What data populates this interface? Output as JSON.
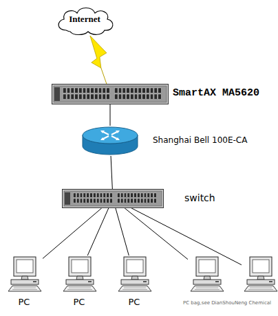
{
  "diagram": {
    "nodes": [
      {
        "text": [
          "Internet"
        ]
      },
      {
        "text": [
          "SmartAX MA5620"
        ]
      },
      {
        "text": [
          "Shanghai Bell 100E-CA"
        ]
      },
      {
        "text": [
          "switch"
        ]
      },
      {
        "text": [
          "PC"
        ]
      },
      {
        "text": [
          "PC"
        ]
      },
      {
        "text": [
          "PC"
        ]
      },
      {
        "text": []
      },
      {
        "text": []
      }
    ],
    "edges": [
      {
        "from": 0,
        "to": 1,
        "arrow": "none"
      },
      {
        "from": 1,
        "to": 2,
        "arrow": "none"
      },
      {
        "from": 2,
        "to": 3,
        "arrow": "none"
      },
      {
        "from": 3,
        "to": 4,
        "arrow": "none"
      },
      {
        "from": 3,
        "to": 5,
        "arrow": "none"
      },
      {
        "from": 3,
        "to": 6,
        "arrow": "none"
      },
      {
        "from": 3,
        "to": 7,
        "arrow": "none"
      },
      {
        "from": 3,
        "to": 8,
        "arrow": "none"
      }
    ],
    "labels": [
      "PC bag,see DianShouNeng Chemical"
    ]
  }
}
